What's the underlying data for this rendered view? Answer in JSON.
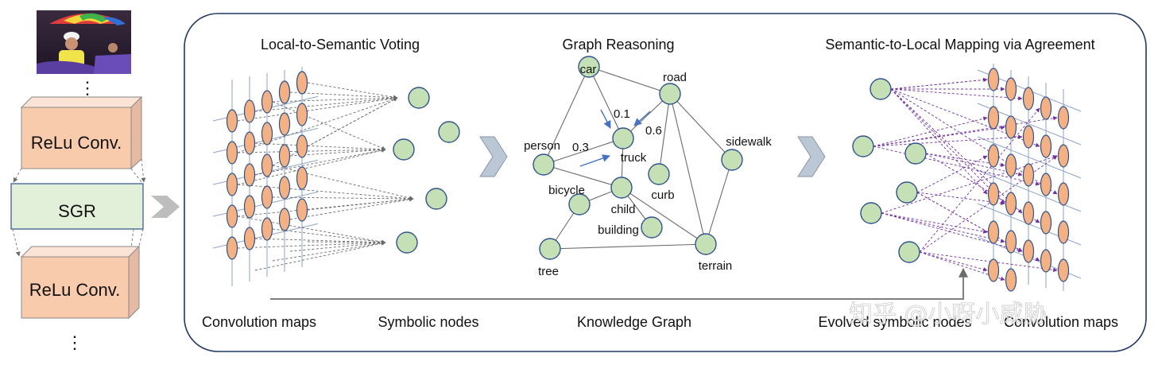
{
  "left_stack": {
    "top_dots": "⋮",
    "block1_label": "ReLu Conv.",
    "sgr_label": "SGR",
    "block2_label": "ReLu Conv.",
    "bottom_dots": "⋮"
  },
  "panel": {
    "title_voting": "Local-to-Semantic Voting",
    "title_reasoning": "Graph Reasoning",
    "title_mapping": "Semantic-to-Local Mapping via Agreement"
  },
  "bottom_labels": {
    "conv_maps_left": "Convolution maps",
    "symbolic_nodes": "Symbolic nodes",
    "knowledge_graph": "Knowledge Graph",
    "evolved_nodes": "Evolved symbolic nodes",
    "conv_maps_right": "Convolution maps"
  },
  "graph": {
    "nodes": {
      "car": "car",
      "road": "road",
      "person": "person",
      "truck": "truck",
      "sidewalk": "sidewalk",
      "curb": "curb",
      "bicycle": "bicycle",
      "child": "child",
      "building": "building",
      "tree": "tree",
      "terrain": "terrain"
    },
    "weights": {
      "w1": "0.1",
      "w2": "0.6",
      "w3": "0.3"
    }
  },
  "watermark": "知乎 @小呀小威胁",
  "colors": {
    "node_fill": "#c5e0b4",
    "node_stroke": "#2f528f",
    "unit_fill": "#f4b183",
    "block_fill": "#f8cbad",
    "sgr_fill": "#e2f0d9",
    "panel_stroke": "#203864",
    "arrow_purple": "#7030a0",
    "arrow_blue": "#4472c4"
  }
}
